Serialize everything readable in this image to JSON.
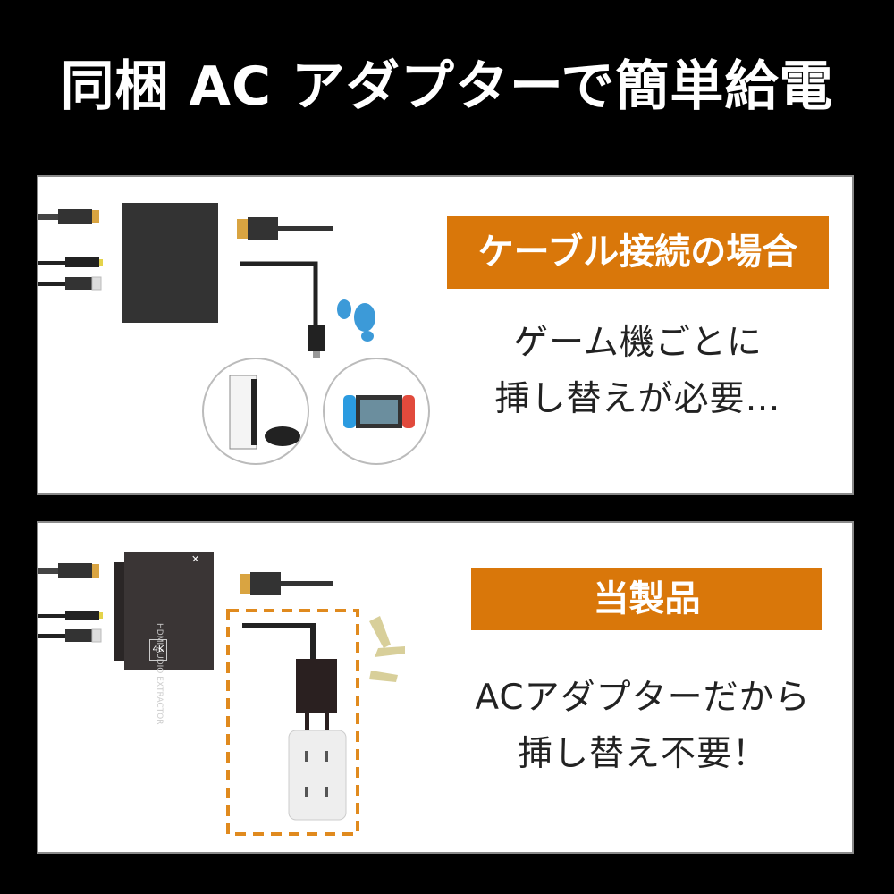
{
  "header": {
    "title": "同梱 AC アダプターで簡単給電"
  },
  "panel_cable": {
    "banner": "ケーブル接続の場合",
    "lines": [
      "ゲーム機ごとに",
      "挿し替えが必要…"
    ]
  },
  "panel_product": {
    "banner": "当製品",
    "lines": [
      "ACアダプターだから",
      "挿し替え不要！"
    ],
    "device_labels": {
      "badge": "4K",
      "model_line1": "HDMI AUDIO",
      "model_line2": "EXTRACTOR"
    }
  },
  "colors": {
    "accent": "#d9770a",
    "background": "#000000",
    "panel": "#ffffff"
  }
}
